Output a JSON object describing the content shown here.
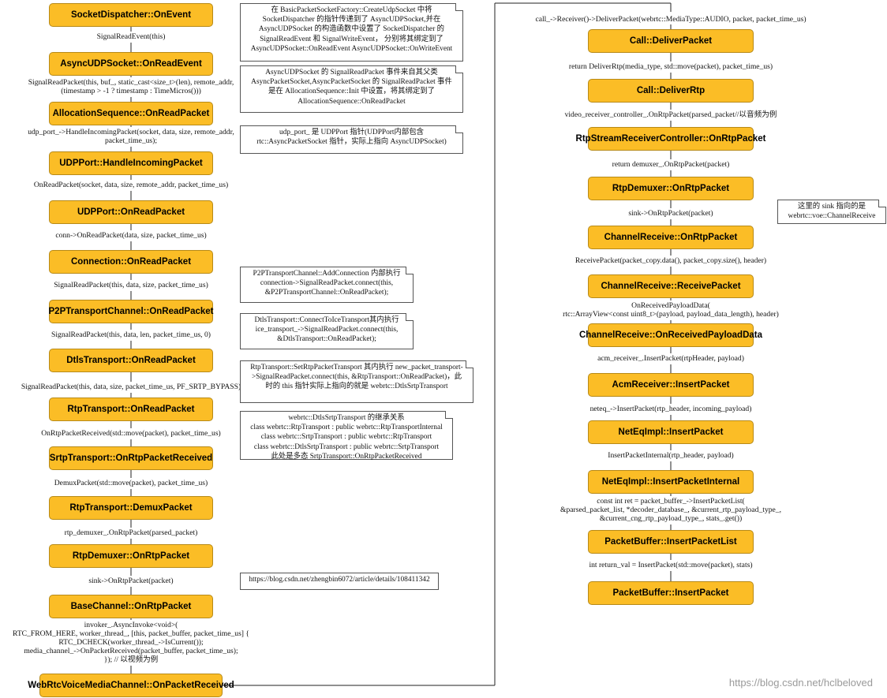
{
  "left_nodes": [
    "SocketDispatcher::OnEvent",
    "AsyncUDPSocket::OnReadEvent",
    "AllocationSequence::OnReadPacket",
    "UDPPort::HandleIncomingPacket",
    "UDPPort::OnReadPacket",
    "Connection::OnReadPacket",
    "P2PTransportChannel::OnReadPacket",
    "DtlsTransport::OnReadPacket",
    "RtpTransport::OnReadPacket",
    "SrtpTransport::OnRtpPacketReceived",
    "RtpTransport::DemuxPacket",
    "RtpDemuxer::OnRtpPacket",
    "BaseChannel::OnRtpPacket",
    "WebRtcVoiceMediaChannel::OnPacketReceived"
  ],
  "left_edges": [
    [
      "SignalReadEvent(this)"
    ],
    [
      "SignalReadPacket(this, buf_, static_cast<size_t>(len), remote_addr,",
      "(timestamp > -1 ? timestamp : TimeMicros()))"
    ],
    [
      "udp_port_->HandleIncomingPacket(socket, data, size, remote_addr,",
      "packet_time_us);"
    ],
    [
      "OnReadPacket(socket, data, size, remote_addr, packet_time_us)"
    ],
    [
      "conn->OnReadPacket(data, size, packet_time_us)"
    ],
    [
      "SignalReadPacket(this, data, size, packet_time_us)"
    ],
    [
      "SignalReadPacket(this, data, len, packet_time_us, 0)"
    ],
    [
      "SignalReadPacket(this, data, size, packet_time_us, PF_SRTP_BYPASS)"
    ],
    [
      "OnRtpPacketReceived(std::move(packet), packet_time_us)"
    ],
    [
      "DemuxPacket(std::move(packet), packet_time_us)"
    ],
    [
      "rtp_demuxer_.OnRtpPacket(parsed_packet)"
    ],
    [
      "sink->OnRtpPacket(packet)"
    ],
    [
      "invoker_.AsyncInvoke<void>(",
      "RTC_FROM_HERE, worker_thread_, [this, packet_buffer, packet_time_us] {",
      "RTC_DCHECK(worker_thread_->IsCurrent());",
      "media_channel_->OnPacketReceived(packet_buffer, packet_time_us);",
      "}); // 以视频为例"
    ]
  ],
  "right_top_label": "call_->Receiver()->DeliverPacket(webrtc::MediaType::AUDIO, packet, packet_time_us)",
  "right_nodes": [
    "Call::DeliverPacket",
    "Call::DeliverRtp",
    "RtpStreamReceiverController::OnRtpPacket",
    "RtpDemuxer::OnRtpPacket",
    "ChannelReceive::OnRtpPacket",
    "ChannelReceive::ReceivePacket",
    "ChannelReceive::OnReceivedPayloadData",
    "AcmReceiver::InsertPacket",
    "NetEqImpl::InsertPacket",
    "NetEqImpl::InsertPacketInternal",
    "PacketBuffer::InsertPacketList",
    "PacketBuffer::InsertPacket"
  ],
  "right_edges": [
    [
      "return DeliverRtp(media_type, std::move(packet), packet_time_us)"
    ],
    [
      "video_receiver_controller_.OnRtpPacket(parsed_packet//以音频为例"
    ],
    [
      "return demuxer_.OnRtpPacket(packet)"
    ],
    [
      "sink->OnRtpPacket(packet)"
    ],
    [
      "ReceivePacket(packet_copy.data(), packet_copy.size(), header)"
    ],
    [
      "OnReceivedPayloadData(",
      "rtc::ArrayView<const uint8_t>(payload, payload_data_length), header)"
    ],
    [
      "acm_receiver_.InsertPacket(rtpHeader, payload)"
    ],
    [
      "neteq_->InsertPacket(rtp_header, incoming_payload)"
    ],
    [
      "InsertPacketInternal(rtp_header, payload)"
    ],
    [
      "const int ret = packet_buffer_->InsertPacketList(",
      "&parsed_packet_list, *decoder_database_, &current_rtp_payload_type_,",
      "&current_cng_rtp_payload_type_, stats_.get())"
    ],
    [
      "int return_val = InsertPacket(std::move(packet), stats)"
    ]
  ],
  "notes": [
    [
      "在 BasicPacketSocketFactory::CreateUdpSocket 中将",
      "SocketDispatcher 的指针传递到了 AsyncUDPSocket,并在",
      "AsyncUDPSocket 的构造函数中设置了 SocketDispatcher 的",
      "SignalReadEvent 和 SignalWriteEvent， 分别将其绑定到了",
      "AsyncUDPSocket::OnReadEvent AsyncUDPSocket::OnWriteEvent"
    ],
    [
      "AsyncUDPSocket 的 SignalReadPacket 事件来自其父类",
      "AsyncPacketSocket,AsyncPacketSocket 的 SignalReadPacket 事件",
      "是在 AllocationSequence::Init 中设置，将其绑定到了",
      "AllocationSequence::OnReadPacket"
    ],
    [
      "udp_port_ 是 UDPPort 指针(UDPPort内部包含",
      "rtc::AsyncPacketSocket 指针，实际上指向 AsyncUDPSocket)"
    ],
    [
      "P2PTransportChannel::AddConnection 内部执行",
      "connection->SignalReadPacket.connect(this,",
      "&P2PTransportChannel::OnReadPacket);"
    ],
    [
      "DtlsTransport::ConnectToIceTransport其内执行",
      "ice_transport_->SignalReadPacket.connect(this,",
      "&DtlsTransport::OnReadPacket);"
    ],
    [
      "RtpTransport::SetRtpPacketTransport 其内执行 new_packet_transport-",
      ">SignalReadPacket.connect(this, &RtpTransport::OnReadPacket)，此",
      "时的 this 指针实际上指向的就是 webrtc::DtlsSrtpTransport"
    ],
    [
      "webrtc::DtlsSrtpTransport 的继承关系",
      "class webrtc::RtpTransport : public webrtc::RtpTransportInternal",
      "class webrtc::SrtpTransport : public webrtc::RtpTransport",
      "class webrtc::DtlsSrtpTransport : public webrtc::SrtpTransport",
      "此处是多态 SrtpTransport::OnRtpPacketReceived"
    ],
    [
      "https://blog.csdn.net/zhengbin6072/article/details/108411342"
    ],
    [
      "这里的 sink 指向的是",
      "webrtc::voe::ChannelReceive"
    ]
  ],
  "watermark": "https://blog.csdn.net/hclbeloved"
}
